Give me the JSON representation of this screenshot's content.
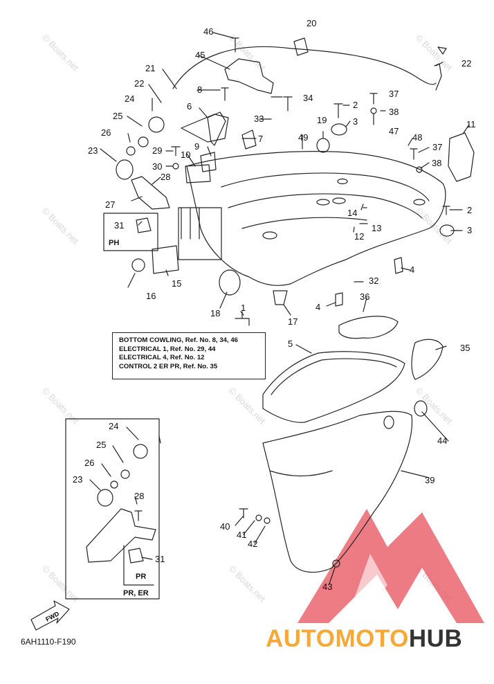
{
  "callouts": {
    "c1": "1",
    "c2a": "2",
    "c2b": "2",
    "c3a": "3",
    "c3b": "3",
    "c4a": "4",
    "c4b": "4",
    "c5": "5",
    "c6": "6",
    "c7": "7",
    "c8": "8",
    "c9": "9",
    "c10": "10",
    "c11": "11",
    "c12": "12",
    "c13": "13",
    "c14": "14",
    "c15": "15",
    "c16": "16",
    "c17": "17",
    "c18": "18",
    "c19": "19",
    "c20": "20",
    "c21": "21",
    "c22a": "22",
    "c22b": "22",
    "c23a": "23",
    "c23b": "23",
    "c24a": "24",
    "c24b": "24",
    "c25a": "25",
    "c25b": "25",
    "c26a": "26",
    "c26b": "26",
    "c27": "27",
    "c28a": "28",
    "c28b": "28",
    "c29": "29",
    "c30": "30",
    "c31a": "31",
    "c31b": "31",
    "c32": "32",
    "c33": "33",
    "c34": "34",
    "c35": "35",
    "c36": "36",
    "c37a": "37",
    "c37b": "37",
    "c38a": "38",
    "c38b": "38",
    "c39": "39",
    "c40": "40",
    "c41": "41",
    "c42": "42",
    "c43": "43",
    "c44": "44",
    "c45": "45",
    "c46": "46",
    "c47": "47",
    "c48": "48",
    "c49": "49"
  },
  "sub_labels": {
    "ph": "PH",
    "pr": "PR",
    "pr_er": "PR, ER"
  },
  "reference_box": {
    "lines": [
      "BOTTOM COWLING, Ref. No. 8, 34, 46",
      "ELECTRICAL 1,  Ref. No. 29, 44",
      "ELECTRICAL 4,  Ref. No. 12",
      "CONTROL 2 ER PR,  Ref. No. 35"
    ]
  },
  "fwd_arrow_text": "FWD",
  "diagram_code": "6AH1110-F190",
  "watermark_text": "© Boats.net",
  "brand": {
    "part1": "AUTO",
    "part2": "MOTO",
    "part3": "HUB"
  },
  "colors": {
    "line": "#222222",
    "brand_orange": "#f4a93a",
    "brand_dark": "#333333",
    "logo_red": "#e8505b"
  }
}
